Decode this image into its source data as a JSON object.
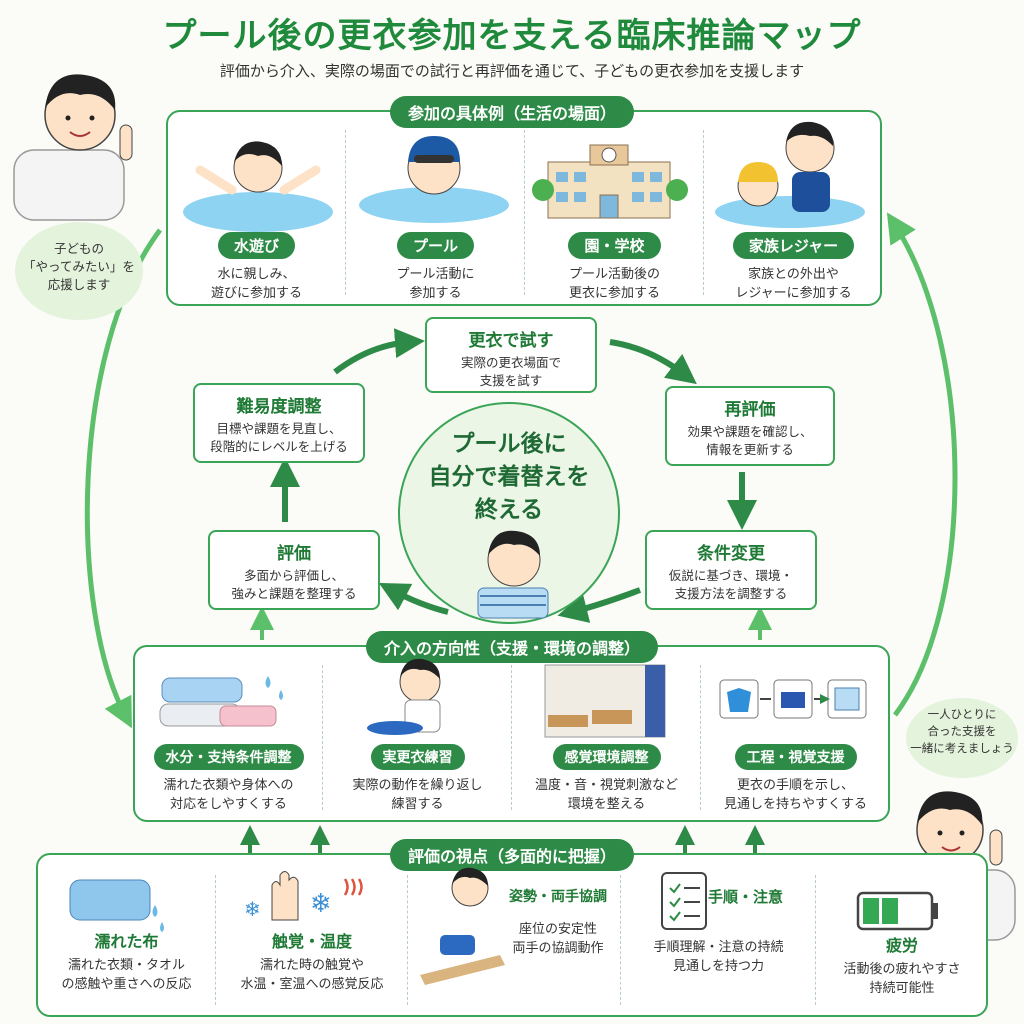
{
  "title": "プール後の更衣参加を支える臨床推論マップ",
  "subtitle": "評価から介入、実際の場面での試行と再評価を通じて、子どもの更衣参加を支援します",
  "participation": {
    "label": "参加の具体例（生活の場面）",
    "items": [
      {
        "name": "水遊び",
        "desc": "水に親しみ、\n遊びに参加する"
      },
      {
        "name": "プール",
        "desc": "プール活動に\n参加する"
      },
      {
        "name": "園・学校",
        "desc": "プール活動後の\n更衣に参加する"
      },
      {
        "name": "家族レジャー",
        "desc": "家族との外出や\nレジャーに参加する"
      }
    ]
  },
  "cycle": {
    "try": {
      "title": "更衣で試す",
      "desc": "実際の更衣場面で\n支援を試す"
    },
    "reassess": {
      "title": "再評価",
      "desc": "効果や課題を確認し、\n情報を更新する"
    },
    "change": {
      "title": "条件変更",
      "desc": "仮説に基づき、環境・\n支援方法を調整する"
    },
    "assess": {
      "title": "評価",
      "desc": "多面から評価し、\n強みと課題を整理する"
    },
    "difficulty": {
      "title": "難易度調整",
      "desc": "目標や課題を見直し、\n段階的にレベルを上げる"
    }
  },
  "center": "プール後に\n自分で着替えを\n終える",
  "intervention": {
    "label": "介入の方向性（支援・環境の調整）",
    "items": [
      {
        "name": "水分・支持条件調整",
        "desc": "濡れた衣類や身体への\n対応をしやすくする"
      },
      {
        "name": "実更衣練習",
        "desc": "実際の動作を繰り返し\n練習する"
      },
      {
        "name": "感覚環境調整",
        "desc": "温度・音・視覚刺激など\n環境を整える"
      },
      {
        "name": "工程・視覚支援",
        "desc": "更衣の手順を示し、\n見通しを持ちやすくする"
      }
    ]
  },
  "assessment": {
    "label": "評価の視点（多面的に把握）",
    "items": [
      {
        "name": "濡れた布",
        "desc": "濡れた衣類・タオル\nの感触や重さへの反応"
      },
      {
        "name": "触覚・温度",
        "desc": "濡れた時の触覚や\n水温・室温への感覚反応"
      },
      {
        "name": "姿勢・両手協調",
        "desc": "座位の安定性\n両手の協調動作"
      },
      {
        "name": "手順・注意",
        "desc": "手順理解・注意の持続\n見通しを持つ力"
      },
      {
        "name": "疲労",
        "desc": "活動後の疲れやすさ\n持続可能性"
      }
    ]
  },
  "bubbles": {
    "left": "子どもの\n「やってみたい」を\n応援します",
    "right": "一人ひとりに\n合った支援を\n一緒に考えましょう"
  },
  "colors": {
    "primary": "#2e8b47",
    "arrow": "#5cbf6a",
    "bubble": "#e4f3dc"
  }
}
